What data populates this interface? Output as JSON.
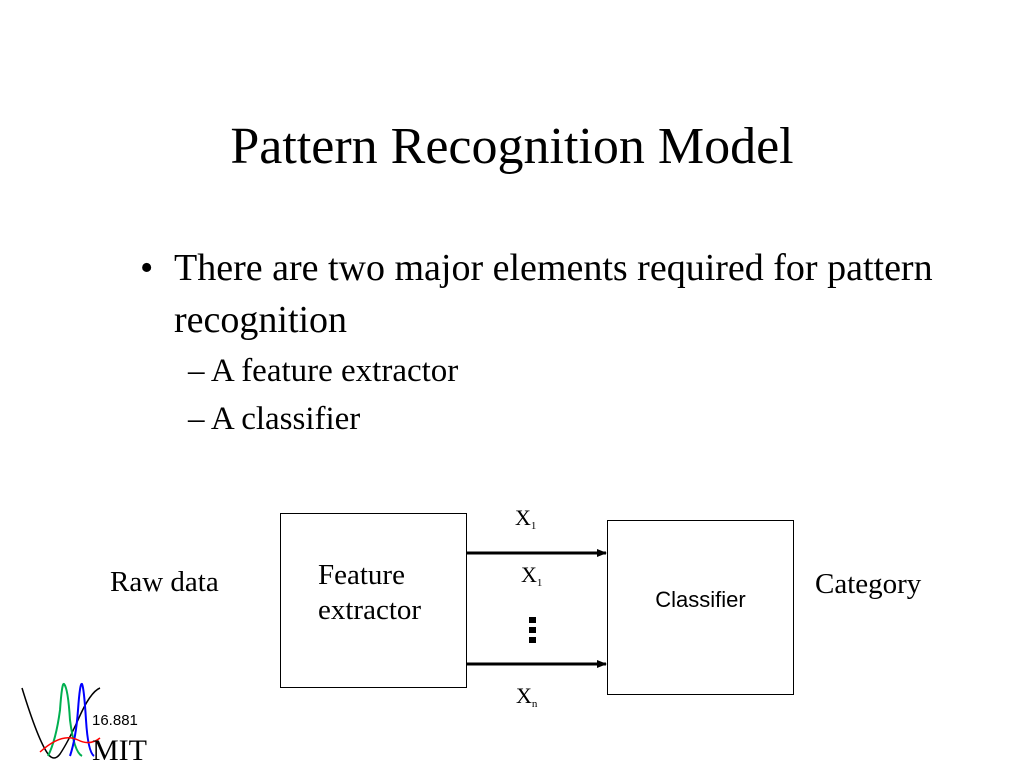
{
  "slide": {
    "title": "Pattern Recognition Model",
    "bullet": {
      "marker": "•",
      "text": "There are two major elements required for pattern recognition"
    },
    "sub_items": [
      "– A feature extractor",
      "– A classifier"
    ]
  },
  "diagram": {
    "input_label": "Raw data",
    "feature_box_label": "Feature\nextractor",
    "classifier_box_label": "Classifier",
    "output_label": "Category",
    "features": [
      {
        "var": "X",
        "sub": "1"
      },
      {
        "var": "X",
        "sub": "1"
      },
      {
        "var": "X",
        "sub": "n"
      }
    ]
  },
  "logo": {
    "course": "16.881",
    "org": "MIT",
    "curve_colors": [
      "#000000",
      "#00b050",
      "#0000ff",
      "#ff0000"
    ]
  }
}
